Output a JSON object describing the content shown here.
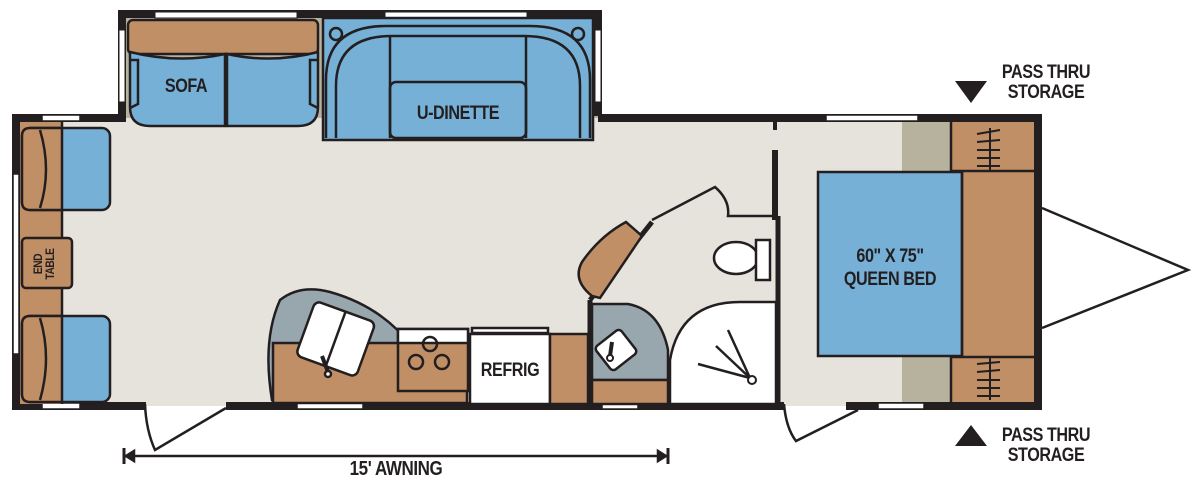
{
  "plan": {
    "colors": {
      "floor": "#e6e3dc",
      "wall": "#231f20",
      "upholstery_blue": "#76b0d7",
      "wood_tan": "#c18f65",
      "counter_gray": "#98a7ae",
      "slide_shade": "#b7b29d",
      "white": "#ffffff"
    },
    "labels": {
      "sofa": "SOFA",
      "u_dinette": "U-DINETTE",
      "end_table_line1": "END",
      "end_table_line2": "TABLE",
      "refrig": "REFRIG",
      "bed_line1": "60\" X 75\"",
      "bed_line2": "QUEEN BED",
      "pass_thru_top_line1": "PASS THRU",
      "pass_thru_top_line2": "STORAGE",
      "pass_thru_bottom_line1": "PASS THRU",
      "pass_thru_bottom_line2": "STORAGE",
      "awning": "15' AWNING"
    }
  }
}
